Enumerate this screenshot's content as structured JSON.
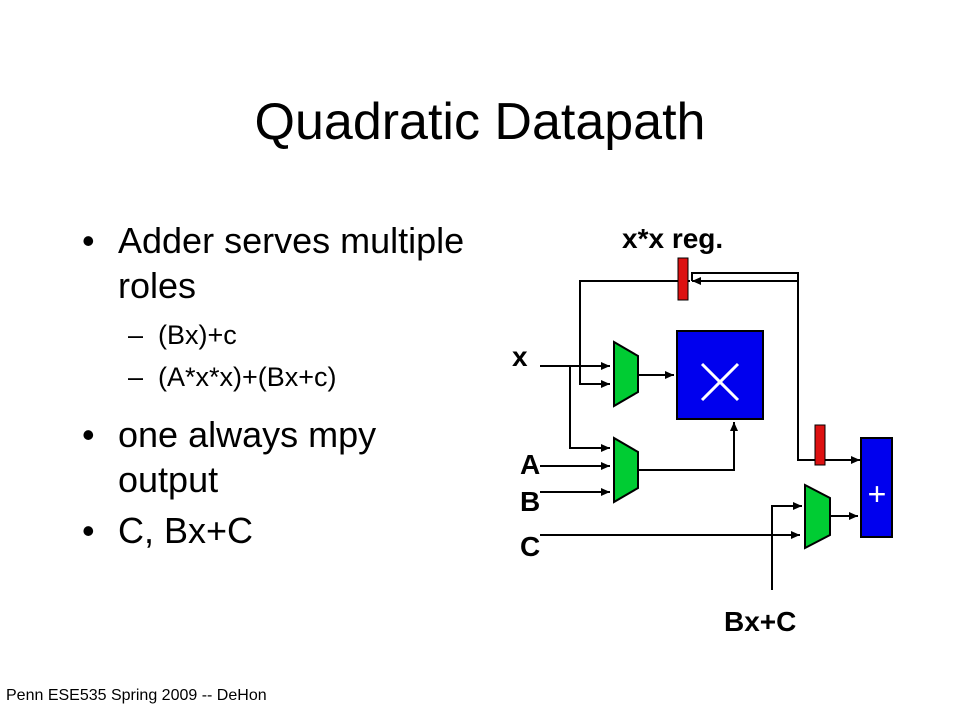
{
  "slide": {
    "title": "Quadratic Datapath",
    "bullets": [
      {
        "text": "Adder serves multiple roles",
        "sub": [
          "(Bx)+c",
          "(A*x*x)+(Bx+c)"
        ]
      },
      {
        "text": "one always mpy output"
      },
      {
        "text": "C, Bx+C"
      }
    ],
    "footer": "Penn ESE535 Spring 2009 -- DeHon"
  },
  "diagram": {
    "labels": {
      "register": "x*x reg.",
      "x": "x",
      "a": "A",
      "b": "B",
      "c": "C",
      "bxc": "Bx+C"
    },
    "multiplier_symbol": "×",
    "adder_symbol": "+",
    "colors": {
      "mux": "#00cc33",
      "unit": "#0000ee",
      "register": "#dd1111"
    }
  }
}
